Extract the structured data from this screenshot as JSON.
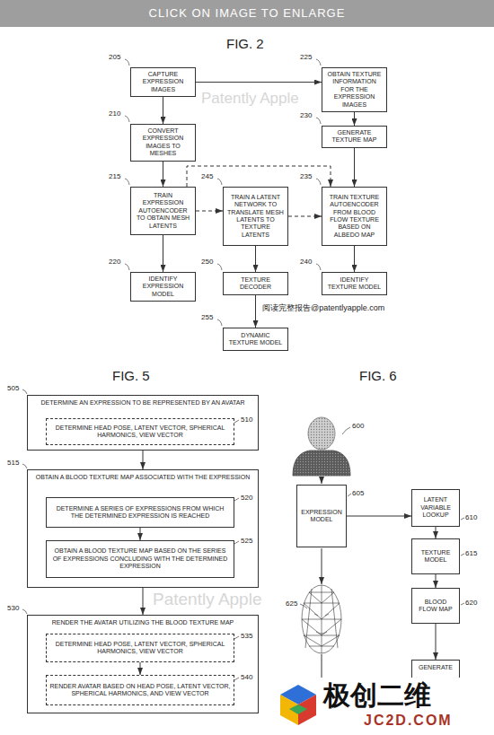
{
  "diagram": {
    "nodes": [
      {
        "text": [
          "CAPTURE EXPRESSION IMAGES"
        ]
      },
      {
        "text": [
          "OBTAIN TEXTURE INFORMATION FOR THE EXPRESSION IMAGES"
        ]
      },
      {
        "text": [
          "CONVERT EXPRESSION IMAGES TO MESHES"
        ]
      },
      {
        "text": [
          "GENERATE TEXTURE MAP"
        ]
      },
      {
        "text": [
          "TRAIN EXPRESSION AUTOENCODER TO OBTAIN MESH LATENTS"
        ]
      },
      {
        "text": [
          "TRAIN A LATENT NETWORK TO TRANSLATE MESH LATENTS TO TEXTURE LATENTS"
        ]
      },
      {
        "text": [
          "TRAIN TEXTURE AUTOENCODER FROM BLOOD FLOW TEXTURE BASED ON ALBEDO MAP"
        ]
      },
      {
        "text": [
          "IDENTIFY EXPRESSION MODEL"
        ]
      },
      {
        "text": [
          "TEXTURE DECODER"
        ]
      },
      {
        "text": [
          "IDENTIFY TEXTURE MODEL"
        ]
      },
      {
        "text": [
          "DYNAMIC TEXTURE MODEL"
        ]
      },
      {
        "text": [
          "DETERMINE AN EXPRESSION TO BE REPRESENTED BY AN AVATAR"
        ]
      },
      {
        "text": [
          "DETERMINE HEAD POSE, LATENT VECTOR, SPHERICAL HARMONICS, VIEW VECTOR"
        ],
        "in": 11
      },
      {
        "text": [
          "OBTAIN A BLOOD TEXTURE MAP ASSOCIATED WITH THE EXPRESSION"
        ]
      },
      {
        "text": [
          "DETERMINE A SERIES OF EXPRESSIONS FROM WHICH THE DETERMINED EXPRESSION IS REACHED"
        ],
        "in": 13
      },
      {
        "text": [
          "OBTAIN A BLOOD TEXTURE MAP BASED ON THE SERIES OF EXPRESSIONS CONCLUDING WITH THE DETERMINED EXPRESSION"
        ],
        "in": 13
      },
      {
        "text": [
          "RENDER THE AVATAR UTILIZING THE BLOOD TEXTURE MAP"
        ]
      },
      {
        "text": [
          "DETERMINE HEAD POSE, LATENT VECTOR, SPHERICAL HARMONICS, VIEW VECTOR"
        ],
        "in": 16
      },
      {
        "text": [
          "RENDER AVATAR BASED ON HEAD POSE, LATENT VECTOR, SPHERICAL HARMONICS, AND VIEW VECTOR"
        ],
        "in": 16
      },
      {
        "text": [
          "EXPRESSION MODEL"
        ]
      },
      {
        "text": [
          "LATENT VARIABLE LOOKUP"
        ]
      },
      {
        "text": [
          "TEXTURE MODEL"
        ]
      },
      {
        "text": [
          "BLOOD FLOW MAP"
        ]
      },
      {
        "text": [
          "GENERATE"
        ]
      }
    ],
    "edges": [
      {
        "from": 0,
        "to": 2,
        "arrow": "to"
      },
      {
        "from": 2,
        "to": 4,
        "arrow": "to"
      },
      {
        "from": 4,
        "to": 7,
        "arrow": "to"
      },
      {
        "from": 0,
        "to": 1,
        "arrow": "to"
      },
      {
        "from": 1,
        "to": 3,
        "arrow": "to"
      },
      {
        "from": 3,
        "to": 6,
        "arrow": "to"
      },
      {
        "from": 6,
        "to": 9,
        "arrow": "to"
      },
      {
        "from": 5,
        "to": 8,
        "arrow": "to"
      },
      {
        "from": 8,
        "to": 10,
        "arrow": "to"
      },
      {
        "from": 4,
        "to": 5,
        "arrow": "to"
      },
      {
        "from": 5,
        "to": 6,
        "arrow": "to"
      },
      {
        "from": 4,
        "to": 6,
        "arrow": "to"
      },
      {
        "from": 11,
        "to": 13,
        "arrow": "to"
      },
      {
        "from": 13,
        "to": 16,
        "arrow": "to"
      },
      {
        "from": 14,
        "to": 15,
        "arrow": "to"
      },
      {
        "from": 17,
        "to": 18,
        "arrow": "to"
      },
      {
        "from": 19,
        "to": 20,
        "arrow": "to"
      },
      {
        "from": 20,
        "to": 21,
        "arrow": "to"
      },
      {
        "from": 21,
        "to": 22,
        "arrow": "to"
      },
      {
        "from": 22,
        "to": 23,
        "arrow": "to"
      }
    ],
    "labels": [
      "CLICK ON IMAGE TO ENLARGE",
      "FIG. 2",
      "205",
      "225",
      "210",
      "230",
      "215",
      "245",
      "235",
      "220",
      "250",
      "240",
      "255",
      "Patently Apple",
      "阅读完整报告@patentlyapple.com",
      "FIG. 5",
      "FIG. 6",
      "505",
      "510",
      "515",
      "520",
      "525",
      "530",
      "535",
      "540",
      "Patently Apple",
      "600",
      "605",
      "610",
      "615",
      "620",
      "625",
      "极创二维",
      "JC2D.COM"
    ]
  }
}
